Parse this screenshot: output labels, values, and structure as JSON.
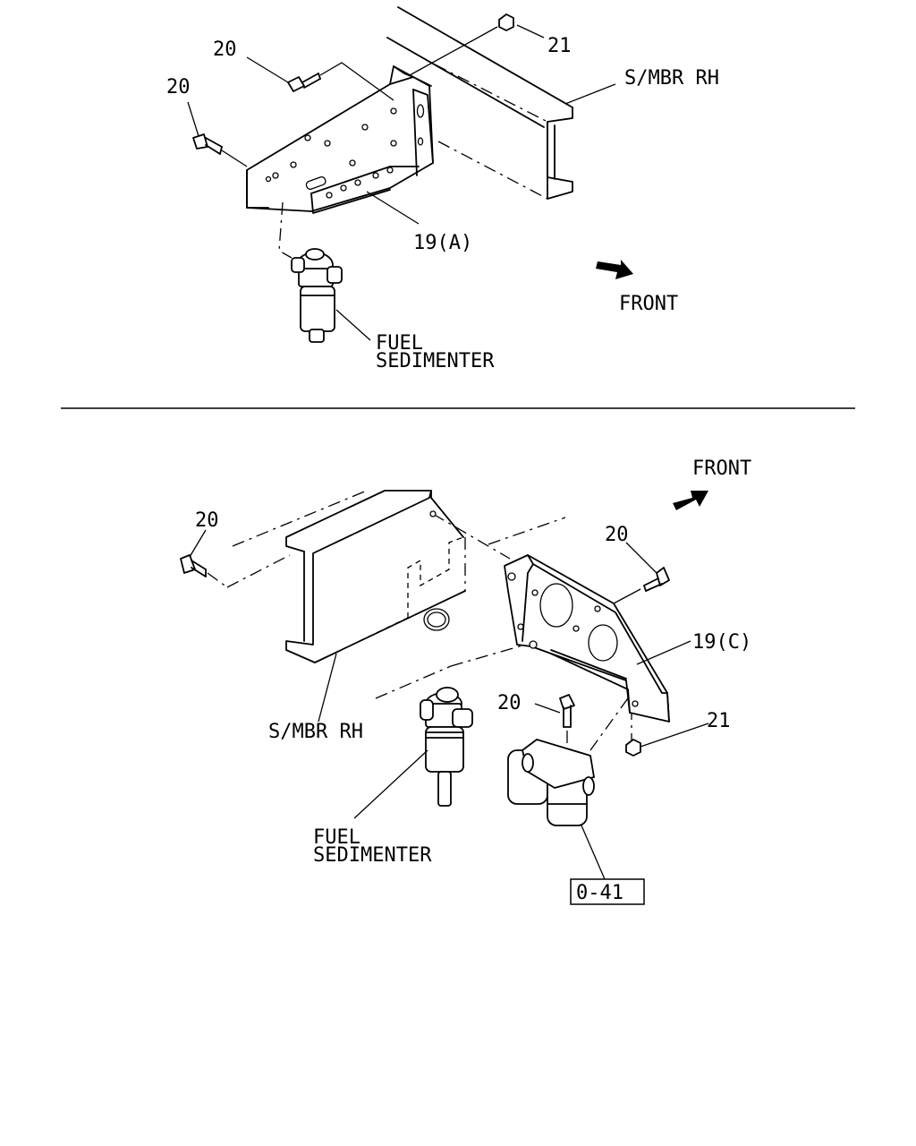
{
  "top_view": {
    "labels": {
      "bolt_upper": "20",
      "bolt_left": "20",
      "nut": "21",
      "side_member": "S/MBR RH",
      "bracket": "19(A)",
      "front": "FRONT",
      "fuel_line1": "FUEL",
      "fuel_line2": "SEDIMENTER"
    }
  },
  "bottom_view": {
    "labels": {
      "front": "FRONT",
      "bolt_left": "20",
      "bolt_right": "20",
      "bracket": "19(C)",
      "bolt_center": "20",
      "nut": "21",
      "side_member": "S/MBR RH",
      "fuel_line1": "FUEL",
      "fuel_line2": "SEDIMENTER",
      "ref_box": "0-41"
    }
  },
  "icons": {
    "front_arrow_top": "arrow-right-down-icon",
    "front_arrow_bottom": "arrow-right-up-icon"
  }
}
